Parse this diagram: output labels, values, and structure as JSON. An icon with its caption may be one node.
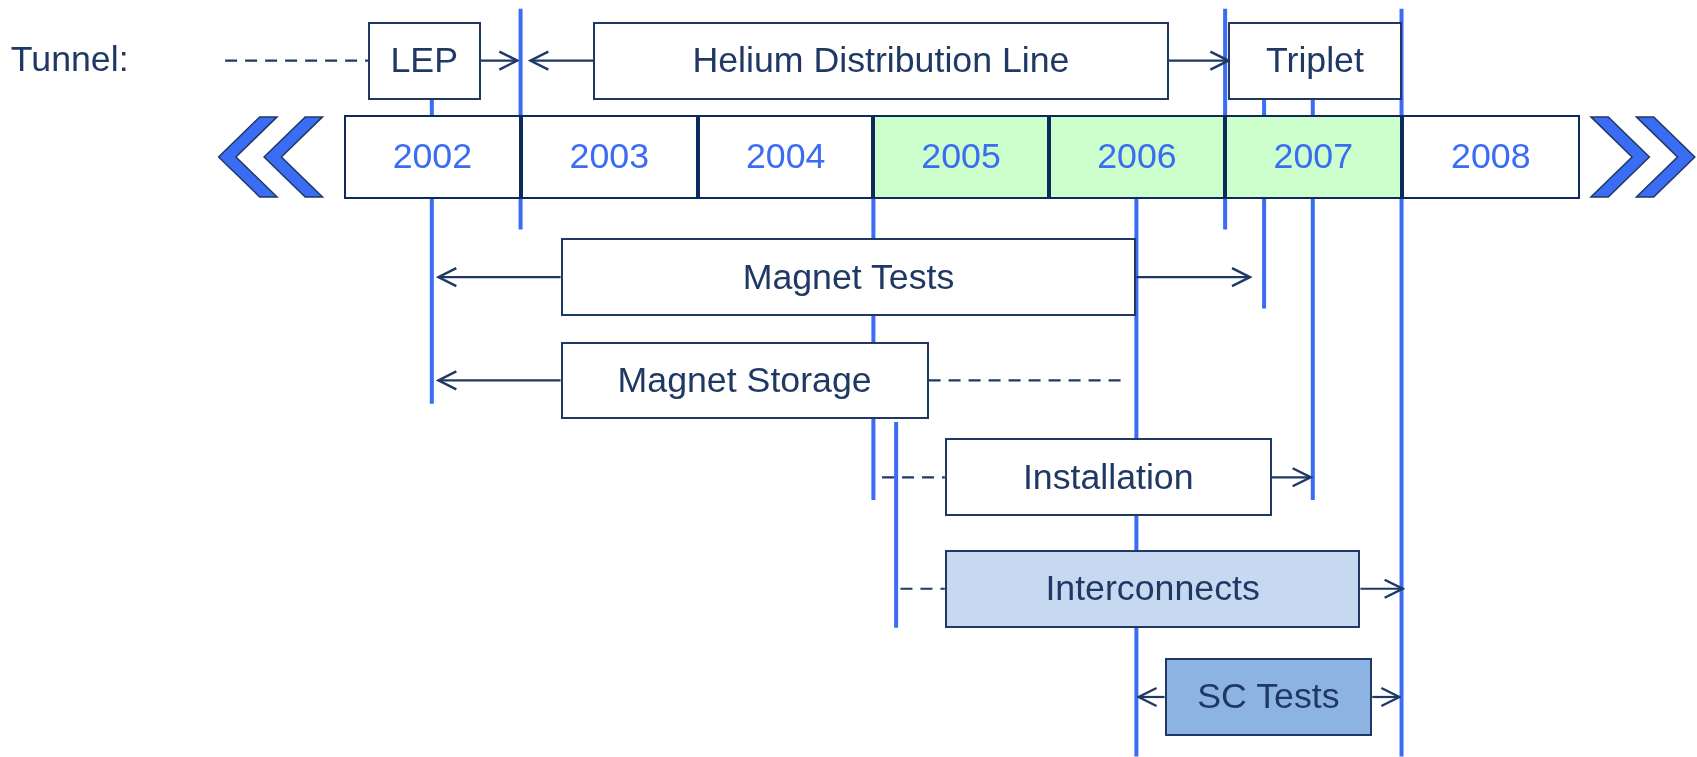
{
  "diagram": {
    "nodes": [
      {
        "text": [
          "LEP"
        ]
      },
      {
        "text": [
          "Helium Distribution Line"
        ]
      },
      {
        "text": [
          "Triplet"
        ]
      },
      {
        "text": [],
        "shape": "bar"
      },
      {
        "text": [
          "2002"
        ],
        "in": 3
      },
      {
        "text": [
          "2003"
        ],
        "in": 3
      },
      {
        "text": [
          "2004"
        ],
        "in": 3
      },
      {
        "text": [
          "2005"
        ],
        "in": 3
      },
      {
        "text": [
          "2006"
        ],
        "in": 3
      },
      {
        "text": [
          "2007"
        ],
        "in": 3
      },
      {
        "text": [
          "2008"
        ],
        "in": 3
      },
      {
        "text": [
          "Magnet Tests"
        ]
      },
      {
        "text": [
          "Magnet Storage"
        ]
      },
      {
        "text": [
          "Installation"
        ]
      },
      {
        "text": [
          "Interconnects"
        ]
      },
      {
        "text": [
          "SC Tests"
        ]
      }
    ],
    "edges": [
      {
        "from": null,
        "to": 0,
        "arrow": "none",
        "style": "dashed"
      },
      {
        "from": 0,
        "to": null,
        "arrow": "to"
      },
      {
        "from": 1,
        "to": null,
        "arrow": "to"
      },
      {
        "from": 1,
        "to": 2,
        "arrow": "to"
      },
      {
        "from": 11,
        "to": null,
        "arrow": "to"
      },
      {
        "from": 11,
        "to": null,
        "arrow": "to"
      },
      {
        "from": 12,
        "to": null,
        "arrow": "to"
      },
      {
        "from": 12,
        "to": null,
        "arrow": "none",
        "style": "dashed"
      },
      {
        "from": null,
        "to": 13,
        "arrow": "none",
        "style": "dashed"
      },
      {
        "from": 13,
        "to": null,
        "arrow": "to"
      },
      {
        "from": null,
        "to": 14,
        "arrow": "none",
        "style": "dashed"
      },
      {
        "from": 14,
        "to": null,
        "arrow": "to"
      },
      {
        "from": 15,
        "to": null,
        "arrow": "to"
      },
      {
        "from": 15,
        "to": null,
        "arrow": "to"
      }
    ],
    "labels": [
      "Tunnel:"
    ]
  }
}
